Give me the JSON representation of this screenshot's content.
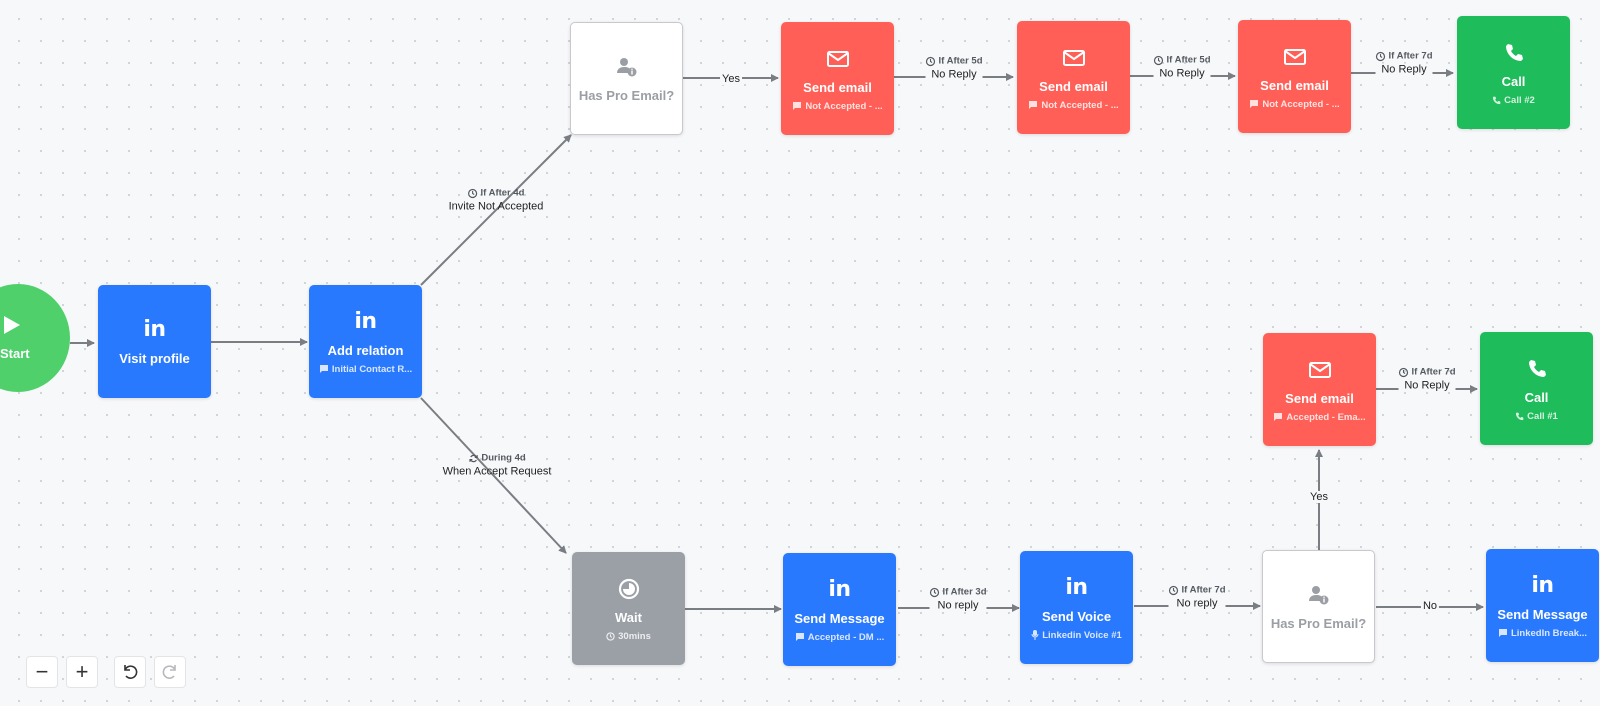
{
  "start": {
    "label": "Start"
  },
  "nodes": {
    "visit_profile": {
      "title": "Visit profile",
      "icon": "linkedin-icon"
    },
    "add_relation": {
      "title": "Add relation",
      "subtitle": "Initial Contact R...",
      "icon": "linkedin-icon"
    },
    "has_pro_email_top": {
      "title": "Has Pro Email?",
      "icon": "user-info-icon"
    },
    "send_email_1": {
      "title": "Send email",
      "subtitle": "Not Accepted - ...",
      "icon": "mail-icon"
    },
    "send_email_2": {
      "title": "Send email",
      "subtitle": "Not Accepted - ...",
      "icon": "mail-icon"
    },
    "send_email_3": {
      "title": "Send email",
      "subtitle": "Not Accepted - ...",
      "icon": "mail-icon"
    },
    "call_top": {
      "title": "Call",
      "subtitle": "Call #2",
      "icon": "phone-icon"
    },
    "wait": {
      "title": "Wait",
      "subtitle": "30mins",
      "icon": "timer-icon"
    },
    "send_message": {
      "title": "Send Message",
      "subtitle": "Accepted - DM ...",
      "icon": "linkedin-icon"
    },
    "send_voice": {
      "title": "Send Voice",
      "subtitle": "Linkedin Voice #1",
      "icon": "linkedin-icon"
    },
    "has_pro_email_bottom": {
      "title": "Has Pro Email?",
      "icon": "user-info-icon"
    },
    "send_email_accepted": {
      "title": "Send email",
      "subtitle": "Accepted - Ema...",
      "icon": "mail-icon"
    },
    "call_bottom": {
      "title": "Call",
      "subtitle": "Call #1",
      "icon": "phone-icon"
    },
    "send_message_end": {
      "title": "Send Message",
      "subtitle": "LinkedIn Break...",
      "icon": "linkedin-icon"
    }
  },
  "edge_labels": {
    "invite_not_accepted": {
      "condition": "If After 4d",
      "text": "Invite Not Accepted"
    },
    "when_accept_request": {
      "condition": "During 4d",
      "text": "When Accept Request"
    },
    "yes_top": {
      "text": "Yes"
    },
    "no_reply_1": {
      "condition": "If After 5d",
      "text": "No Reply"
    },
    "no_reply_2": {
      "condition": "If After 5d",
      "text": "No Reply"
    },
    "no_reply_3": {
      "condition": "If After 7d",
      "text": "No Reply"
    },
    "no_reply_msg": {
      "condition": "If After 3d",
      "text": "No reply"
    },
    "no_reply_voice": {
      "condition": "If After 7d",
      "text": "No reply"
    },
    "yes_bottom": {
      "text": "Yes"
    },
    "no_bottom": {
      "text": "No"
    },
    "no_reply_accepted": {
      "condition": "If After 7d",
      "text": "No Reply"
    }
  },
  "controls": {
    "zoom_out": "−",
    "zoom_in": "+",
    "undo": "undo-icon",
    "redo": "redo-icon"
  },
  "colors": {
    "linkedin_blue": "#2979ff",
    "email_red": "#ff5f57",
    "call_green": "#1ebc5a",
    "wait_gray": "#9aa0a6",
    "start_green": "#4fd06b",
    "edge": "#7a7d82"
  }
}
